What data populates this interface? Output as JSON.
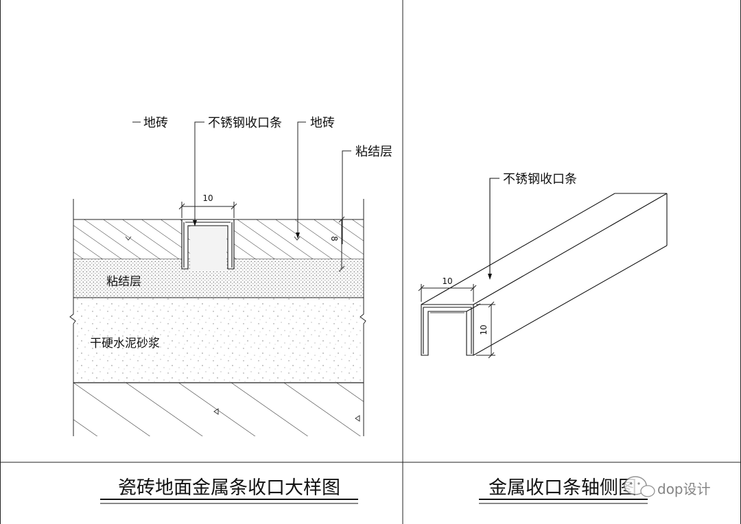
{
  "left_panel": {
    "labels": {
      "tile_left": "地砖",
      "strip": "不锈钢收口条",
      "tile_right": "地砖",
      "adhesive": "粘结层"
    },
    "layers": {
      "adhesive": "粘结层",
      "mortar": "干硬水泥砂浆"
    },
    "dims": {
      "width": "10",
      "height": "8"
    },
    "title": "瓷砖地面金属条收口大样图"
  },
  "right_panel": {
    "labels": {
      "strip": "不锈钢收口条"
    },
    "dims": {
      "width": "10",
      "height": "10"
    },
    "title": "金属收口条轴侧图"
  },
  "watermark": "dop设计"
}
